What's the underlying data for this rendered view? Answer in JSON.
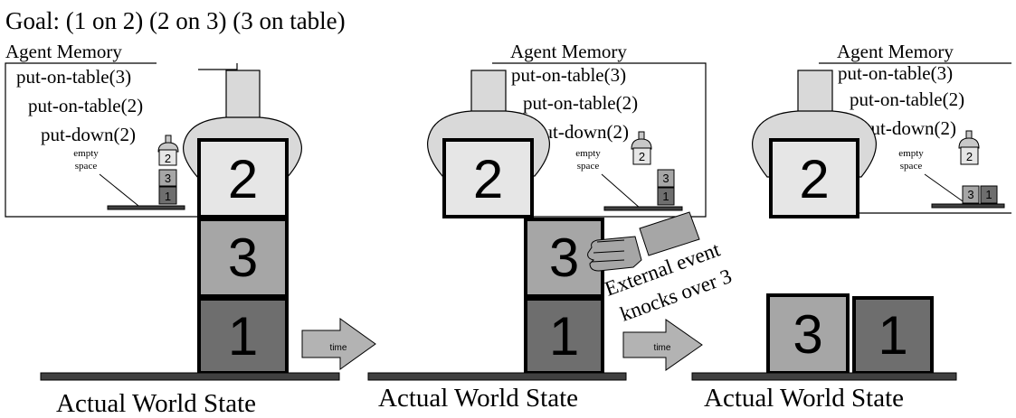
{
  "goal": "Goal: (1 on 2) (2 on 3) (3 on table)",
  "panels": [
    {
      "memory_title": "Agent Memory",
      "memory_lines": [
        "put-on-table(3)",
        "put-on-table(2)",
        "put-down(2)"
      ],
      "empty_space_line1": "empty",
      "empty_space_line2": "space",
      "mini_held": "2",
      "mini_stack": [
        "3",
        "1"
      ],
      "held_block": "2",
      "world_blocks": [
        "3",
        "1"
      ],
      "caption": "Actual World State"
    },
    {
      "memory_title": "Agent Memory",
      "memory_lines": [
        "put-on-table(3)",
        "put-on-table(2)",
        "put-down(2)"
      ],
      "empty_space_line1": "empty",
      "empty_space_line2": "space",
      "mini_held": "2",
      "mini_stack": [
        "3",
        "1"
      ],
      "held_block": "2",
      "world_blocks": [
        "3",
        "1"
      ],
      "caption": "Actual World State"
    },
    {
      "memory_title": "Agent Memory",
      "memory_lines": [
        "put-on-table(3)",
        "put-on-table(2)",
        "put-down(2)"
      ],
      "empty_space_line1": "empty",
      "empty_space_line2": "space",
      "mini_held": "2",
      "mini_row": [
        "3",
        "1"
      ],
      "held_block": "2",
      "world_blocks": [
        "3",
        "1"
      ],
      "caption": "Actual World State"
    }
  ],
  "arrows": [
    "time",
    "time"
  ],
  "event_label_line1": "External event",
  "event_label_line2": "knocks over 3",
  "colors": {
    "light": "#e6e6e6",
    "mid": "#a6a6a6",
    "dark": "#6e6e6e",
    "table": "#404040"
  }
}
